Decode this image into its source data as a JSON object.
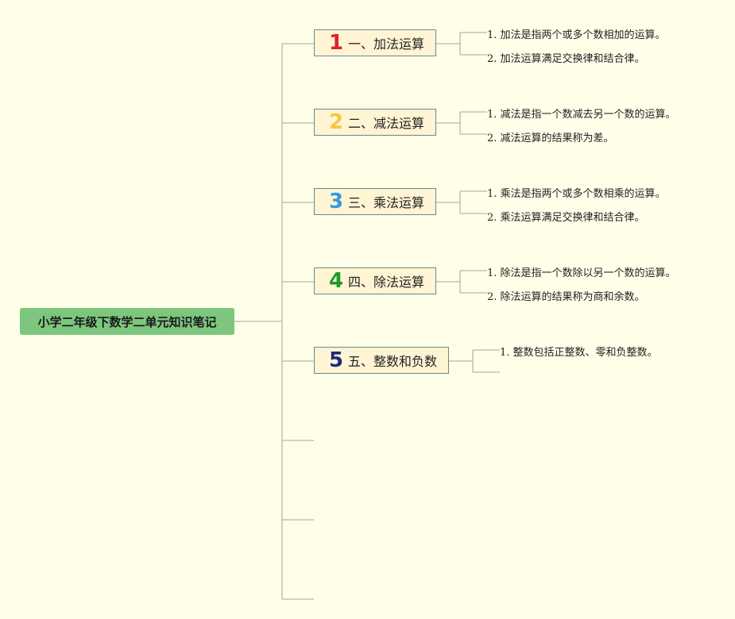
{
  "root": {
    "label": "小学二年级下数学二单元知识笔记"
  },
  "colors": {
    "background": "#fffee9",
    "root_fill": "#7dc67e",
    "topic_fill": "#fff4d4",
    "topic_border": "#6d8a85",
    "line": "#b8b8a8"
  },
  "topics": [
    {
      "number": "1",
      "number_color": "#e0202a",
      "label": "一、加法运算",
      "items": [
        "1. 加法是指两个或多个数相加的运算。",
        "2. 加法运算满足交换律和结合律。"
      ]
    },
    {
      "number": "2",
      "number_color": "#f5c842",
      "label": "二、减法运算",
      "items": [
        "1. 减法是指一个数减去另一个数的运算。",
        "2. 减法运算的结果称为差。"
      ]
    },
    {
      "number": "3",
      "number_color": "#2f9be0",
      "label": "三、乘法运算",
      "items": [
        "1. 乘法是指两个或多个数相乘的运算。",
        "2. 乘法运算满足交换律和结合律。"
      ]
    },
    {
      "number": "4",
      "number_color": "#1f9a2a",
      "label": "四、除法运算",
      "items": [
        "1. 除法是指一个数除以另一个数的运算。",
        "2. 除法运算的结果称为商和余数。"
      ]
    },
    {
      "number": "5",
      "number_color": "#1d2a7a",
      "label": "五、整数和负数",
      "items": [
        "1. 整数包括正整数、零和负整数。",
        ""
      ]
    }
  ],
  "empty_branches": 3
}
